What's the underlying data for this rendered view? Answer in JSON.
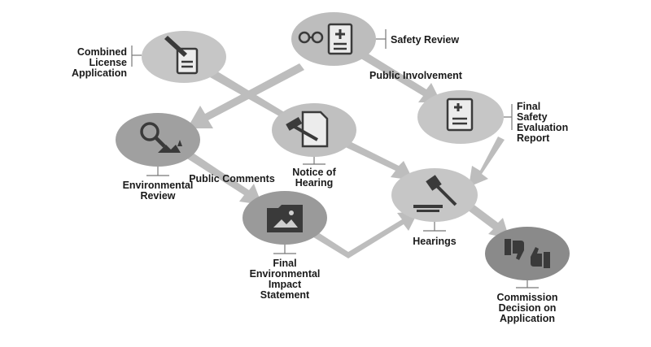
{
  "diagram": {
    "nodes": [
      {
        "id": "combined-license-application",
        "label": "Combined\nLicense\nApplication",
        "icon": "pen-document-icon"
      },
      {
        "id": "safety-review",
        "label": "Safety Review",
        "icon": "glasses-document-icon"
      },
      {
        "id": "final-safety-evaluation-report",
        "label": "Final\nSafety\nEvaluation\nReport",
        "icon": "medical-document-icon"
      },
      {
        "id": "environmental-review",
        "label": "Environmental\nReview",
        "icon": "magnifier-landscape-icon"
      },
      {
        "id": "notice-of-hearing",
        "label": "Notice of\nHearing",
        "icon": "gavel-document-icon"
      },
      {
        "id": "final-environmental-impact-statement",
        "label": "Final\nEnvironmental\nImpact\nStatement",
        "icon": "folder-landscape-icon"
      },
      {
        "id": "hearings",
        "label": "Hearings",
        "icon": "gavel-icon"
      },
      {
        "id": "commission-decision",
        "label": "Commission\nDecision on\nApplication",
        "icon": "thumbs-up-down-icon"
      }
    ],
    "path_labels": {
      "public_involvement": "Public Involvement",
      "public_comments": "Public Comments"
    }
  },
  "colors": {
    "ellipse_fill": "#c6c6c6",
    "ellipse_dark": "#8a8a8a",
    "arrow": "#bdbdbd",
    "icon": "#3a3a3a",
    "text": "#1a1a1a"
  }
}
